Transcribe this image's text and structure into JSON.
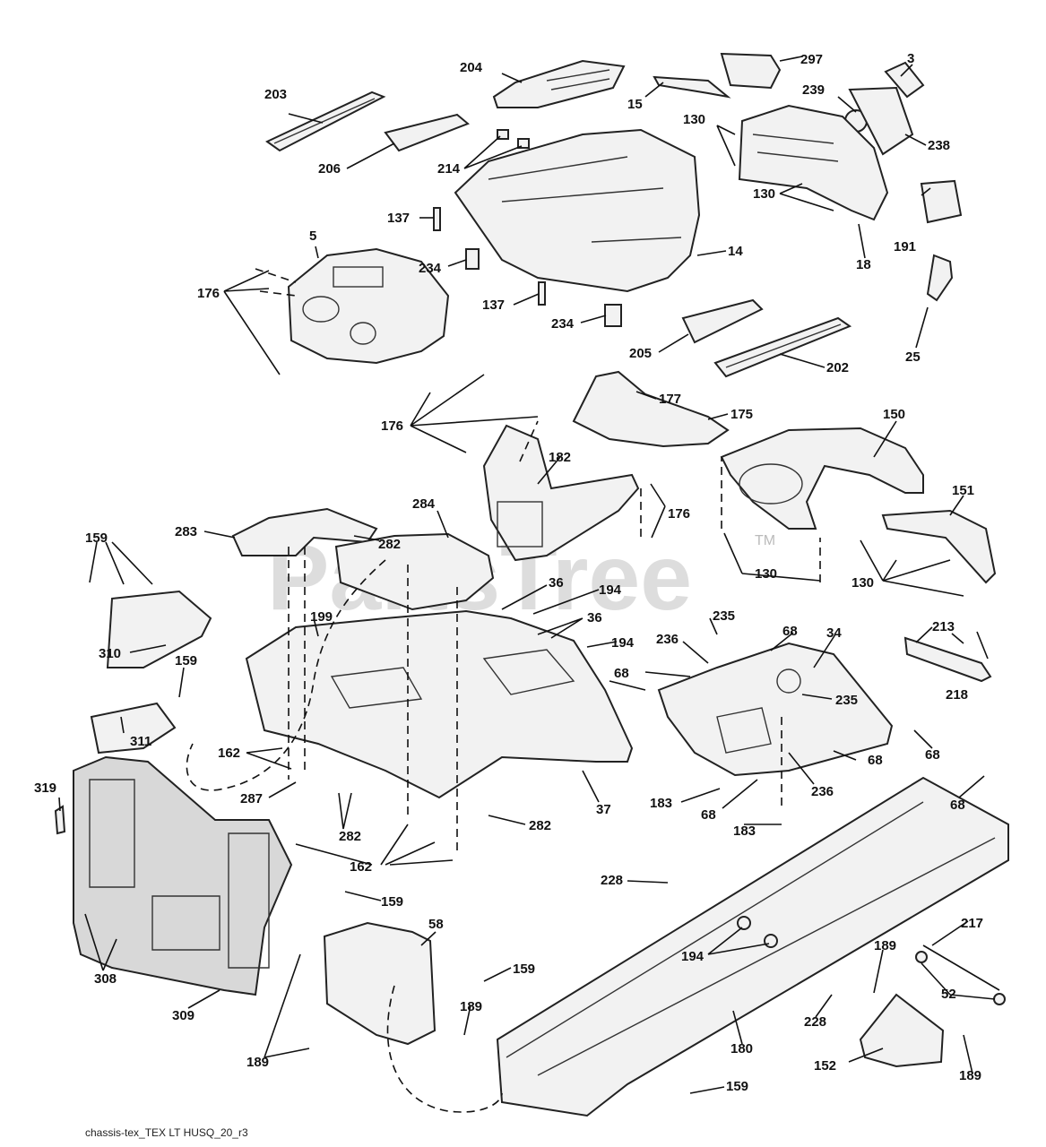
{
  "watermark": {
    "text": "PartsTree",
    "trademark": "TM"
  },
  "footer": {
    "reference": "chassis-tex_TEX LT HUSQ_20_r3"
  },
  "callouts": [
    "203",
    "204",
    "15",
    "297",
    "3",
    "239",
    "238",
    "130",
    "206",
    "214",
    "137",
    "5",
    "234",
    "14",
    "130",
    "191",
    "176",
    "18",
    "137",
    "234",
    "205",
    "202",
    "25",
    "177",
    "175",
    "150",
    "176",
    "182",
    "151",
    "283",
    "284",
    "176",
    "159",
    "282",
    "130",
    "130",
    "36",
    "194",
    "199",
    "36",
    "235",
    "68",
    "34",
    "310",
    "194",
    "236",
    "213",
    "68",
    "235",
    "218",
    "159",
    "311",
    "162",
    "68",
    "236",
    "68",
    "319",
    "287",
    "183",
    "68",
    "183",
    "68",
    "282",
    "37",
    "282",
    "162",
    "228",
    "159",
    "217",
    "194",
    "189",
    "58",
    "308",
    "159",
    "52",
    "228",
    "189",
    "309",
    "180",
    "189",
    "152",
    "189",
    "159"
  ]
}
